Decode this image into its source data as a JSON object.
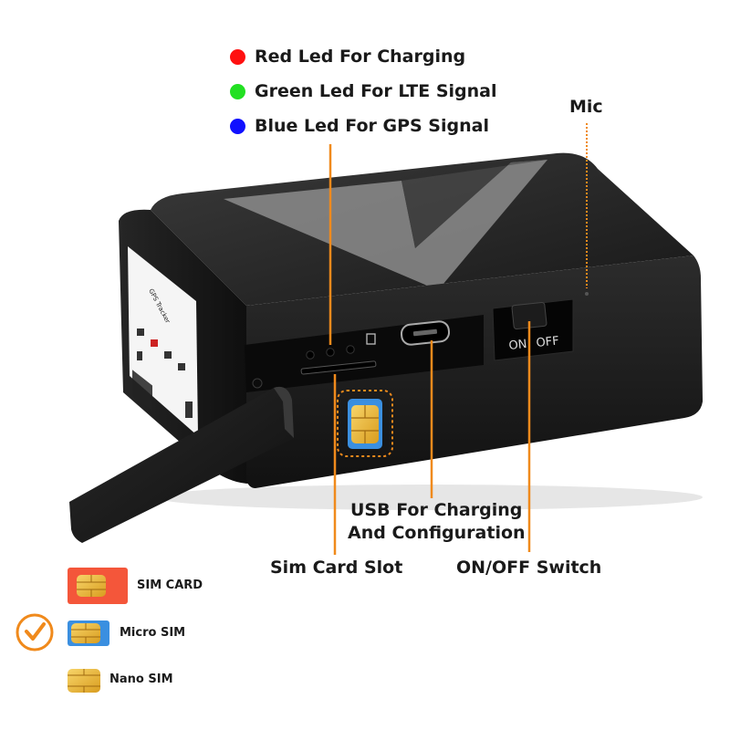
{
  "leds": [
    {
      "label": "Red Led For Charging",
      "color": "#ff1010"
    },
    {
      "label": "Green Led For LTE Signal",
      "color": "#22e022"
    },
    {
      "label": "Blue Led For GPS Signal",
      "color": "#1010ff"
    }
  ],
  "callouts": {
    "mic": "Mic",
    "usb_line1": "USB For Charging",
    "usb_line2": "And Configuration",
    "sim_slot": "Sim Card Slot",
    "switch": "ON/OFF Switch"
  },
  "device": {
    "switch_on": "ON",
    "switch_off": "OFF",
    "sticker_text": "GPS Tracker"
  },
  "sim_types": [
    {
      "label": "SIM CARD",
      "color": "#f4563a"
    },
    {
      "label": "Micro SIM",
      "color": "#3a8fe0",
      "selected": true
    },
    {
      "label": "Nano SIM",
      "color": "#e8b53a"
    }
  ],
  "colors": {
    "accent": "#f08a1c",
    "device_body": "#1c1c1c",
    "chip": "#f2c440"
  }
}
